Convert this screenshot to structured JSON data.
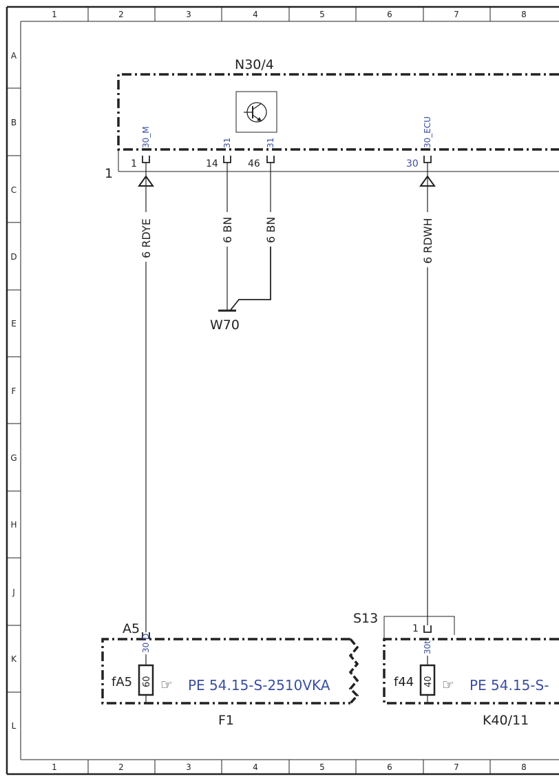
{
  "grid": {
    "columns": [
      "1",
      "2",
      "3",
      "4",
      "5",
      "6",
      "7",
      "8"
    ],
    "rows": [
      "A",
      "B",
      "C",
      "D",
      "E",
      "F",
      "G",
      "H",
      "J",
      "K",
      "L"
    ]
  },
  "components": {
    "n30_4": {
      "name": "N30/4",
      "connector": "1"
    },
    "w70": {
      "name": "W70"
    },
    "f1": {
      "name": "F1",
      "module": "A5",
      "fuse": "fA5",
      "fuse_value": "60",
      "pin_name": "30 D",
      "ref": "PE 54.15-S-2510VKA"
    },
    "k40_11": {
      "name": "K40/11",
      "module": "S13",
      "fuse": "f44",
      "fuse_value": "40",
      "pin_name": "30t",
      "pin_num": "1",
      "ref": "PE 54.15-S-"
    }
  },
  "pins": {
    "p1": {
      "num": "1",
      "name": "30_M"
    },
    "p14": {
      "num": "14",
      "name": "31"
    },
    "p46": {
      "num": "46",
      "name": "31"
    },
    "p30": {
      "num": "30",
      "name": "30_ECU"
    }
  },
  "wires": {
    "w1": "6 RDYE",
    "w2": "6 BN",
    "w3": "6 BN",
    "w4": "6 RDWH"
  },
  "icons": [
    "transistor-icon",
    "pointing-hand-icon",
    "ground-symbol-icon",
    "connector-arrow-icon"
  ]
}
